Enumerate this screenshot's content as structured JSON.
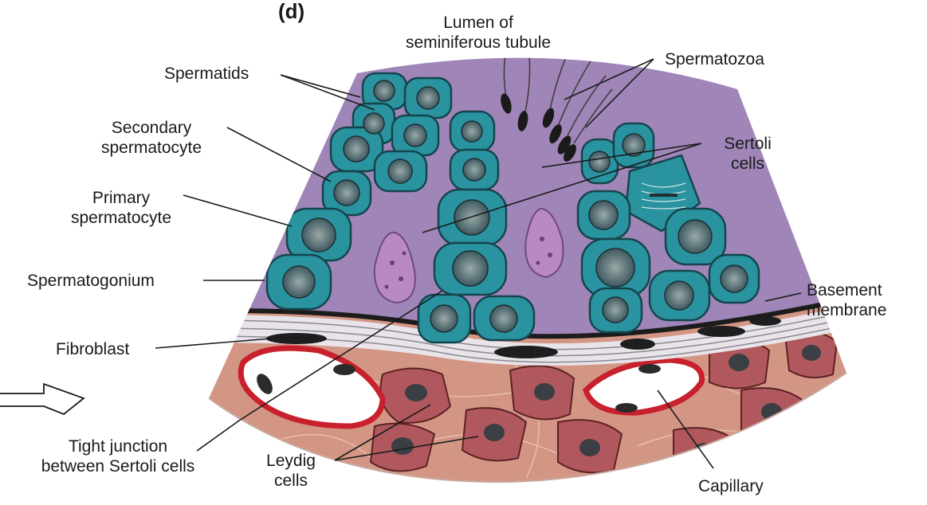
{
  "panel_letter": "(d)",
  "labels": {
    "lumen": [
      "Lumen of",
      "seminiferous tubule"
    ],
    "spermatids": "Spermatids",
    "spermatozoa": "Spermatozoa",
    "secondary_spermatocyte": [
      "Secondary",
      "spermatocyte"
    ],
    "sertoli_cells": [
      "Sertoli",
      "cells"
    ],
    "primary_spermatocyte": [
      "Primary",
      "spermatocyte"
    ],
    "spermatogonium": "Spermatogonium",
    "basement_membrane": [
      "Basement",
      "membrane"
    ],
    "fibroblast": "Fibroblast",
    "tight_junction": [
      "Tight junction",
      "between Sertoli cells"
    ],
    "leydig_cells": [
      "Leydig",
      "cells"
    ],
    "capillary": "Capillary"
  },
  "colors": {
    "sertoli_cytoplasm": "#9f85b8",
    "germ_cell": "#2a93a0",
    "germ_nucleus": "#4f6f77",
    "interstitium": "#d49684",
    "leydig_cell": "#b0585e",
    "capillary_wall": "#c8202c",
    "basement_membrane": "#1c1c1c"
  }
}
